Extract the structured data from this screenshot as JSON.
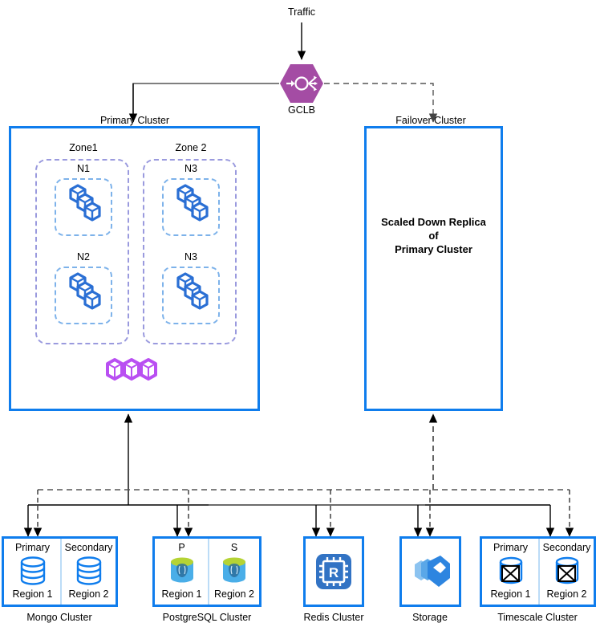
{
  "diagram": {
    "title_traffic": "Traffic",
    "gclb": {
      "label": "GCLB",
      "icon": "load-balancer-icon",
      "color": "#a44ca4"
    }
  },
  "clusters": [
    {
      "name": "primary",
      "label": "Primary Cluster",
      "border_color": "#0f7ded",
      "zones": [
        {
          "label": "Zone1",
          "nodes": [
            {
              "label": "N1",
              "icon": "pods-icon"
            },
            {
              "label": "N2",
              "icon": "pods-icon"
            }
          ]
        },
        {
          "label": "Zone 2",
          "nodes": [
            {
              "label": "N3",
              "icon": "pods-icon"
            },
            {
              "label": "N3",
              "icon": "pods-icon"
            }
          ]
        }
      ],
      "extra_group": {
        "icon": "purple-pods-icon",
        "count": 3,
        "color": "#b94ff2"
      }
    },
    {
      "name": "failover",
      "label": "Failover Cluster",
      "border_color": "#0f7ded",
      "body_lines": [
        "Scaled Down Replica",
        "of",
        "Primary Cluster"
      ]
    }
  ],
  "datastores": [
    {
      "caption": "Mongo Cluster",
      "icon": "mongo-db-icon",
      "split": true,
      "left": {
        "role": "Primary",
        "region": "Region 1"
      },
      "right": {
        "role": "Secondary",
        "region": "Region 2"
      }
    },
    {
      "caption": "PostgreSQL Cluster",
      "icon": "postgresql-icon",
      "split": true,
      "left": {
        "role": "P",
        "region": "Region 1"
      },
      "right": {
        "role": "S",
        "region": "Region 2"
      }
    },
    {
      "caption": "Redis Cluster",
      "icon": "redis-icon",
      "split": false
    },
    {
      "caption": "Storage",
      "icon": "cloud-storage-icon",
      "split": false
    },
    {
      "caption": "Timescale Cluster",
      "icon": "timescale-db-icon",
      "split": true,
      "left": {
        "role": "Primary",
        "region": "Region 1"
      },
      "right": {
        "role": "Secondary",
        "region": "Region 2"
      }
    }
  ],
  "colors": {
    "accent_blue": "#0f7ded",
    "zone_purple": "#9a9ade",
    "node_blue": "#7db2ea",
    "gclb_purple": "#a44ca4",
    "pod_blue": "#2a6fd4",
    "pod_purple": "#b94ff2",
    "wire_solid": "#000000",
    "wire_dashed": "#555555"
  }
}
